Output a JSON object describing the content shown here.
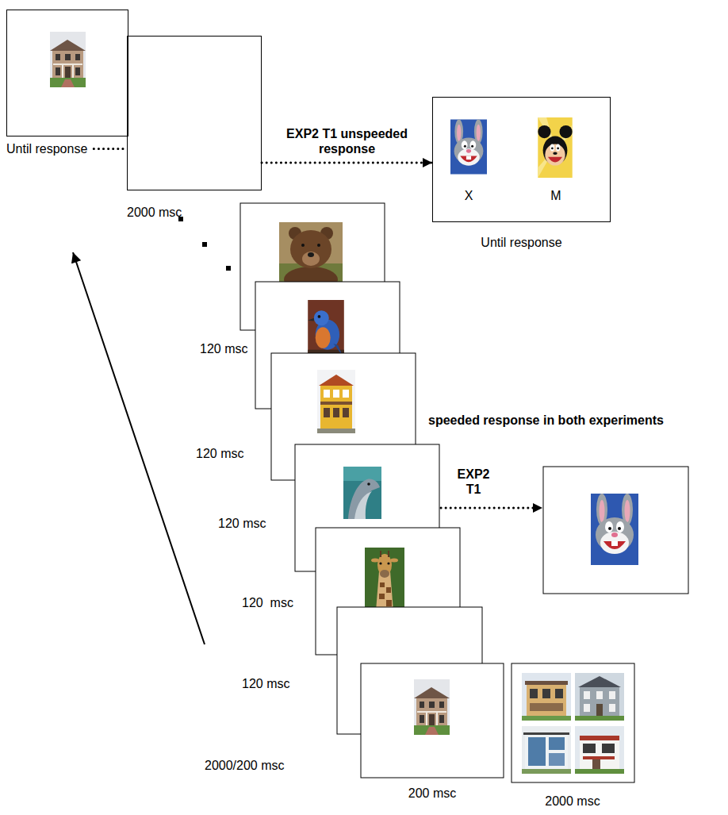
{
  "diagram": {
    "nodes": [
      {
        "text": [
          "Until response"
        ]
      },
      {
        "text": [
          "2000 msc"
        ]
      },
      {
        "text": [
          "X",
          "M",
          "Until response"
        ]
      }
    ],
    "edges": [
      {
        "from": 0,
        "to": 1,
        "arrow": "none"
      },
      {
        "from": 1,
        "to": 2,
        "arrow": "to",
        "label": "EXP2 T1 unspeeded response"
      }
    ],
    "labels": [
      "120 msc",
      "120 msc",
      "120 msc",
      "120  msc",
      "120 msc",
      "speeded response in both experiments",
      "EXP2 T1",
      "2000/200 msc",
      "200 msc",
      "2000 msc"
    ]
  }
}
